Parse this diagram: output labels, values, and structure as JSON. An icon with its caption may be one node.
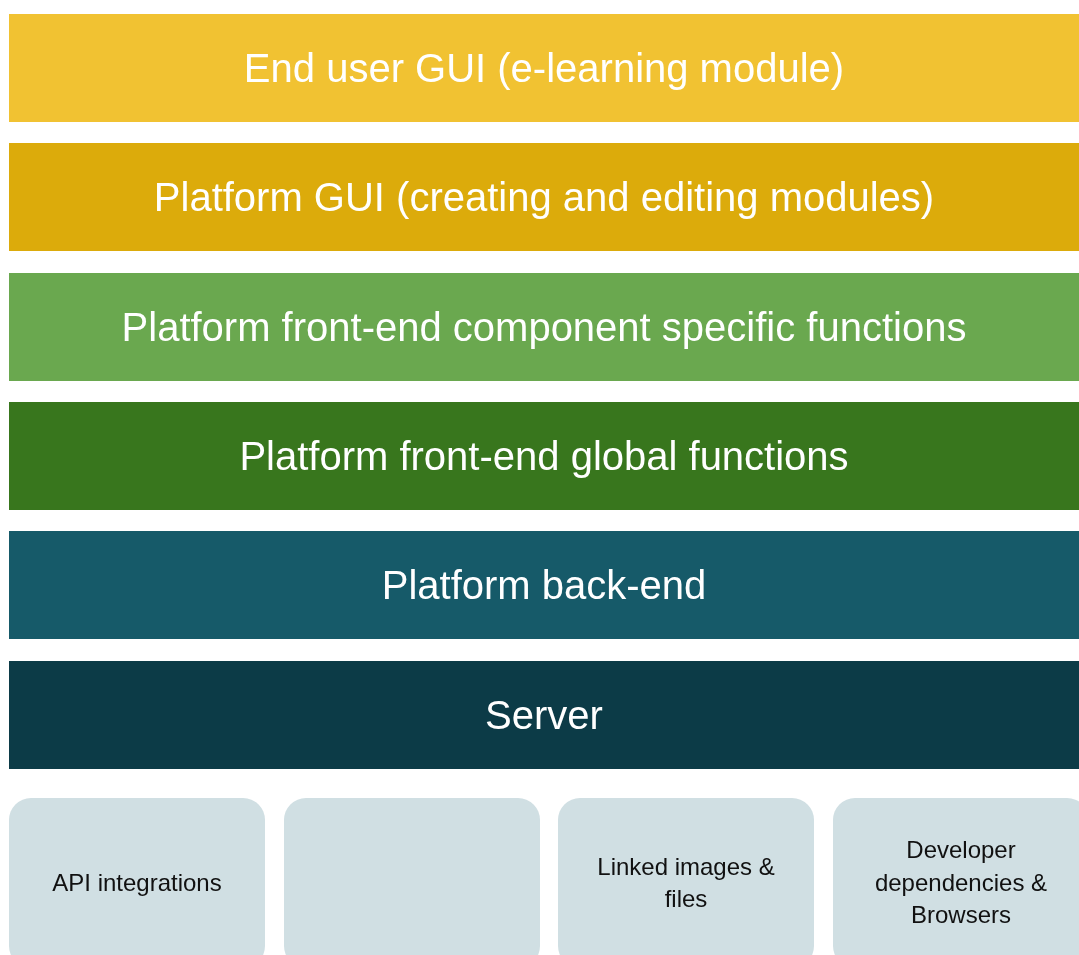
{
  "diagram": {
    "nodes": [
      {
        "text": [
          "End user GUI (e-learning module)"
        ]
      },
      {
        "text": [
          "Platform GUI (creating and editing modules)"
        ]
      },
      {
        "text": [
          "Platform front-end component specific functions"
        ]
      },
      {
        "text": [
          "Platform front-end global functions"
        ]
      },
      {
        "text": [
          "Platform back-end"
        ]
      },
      {
        "text": [
          "Server"
        ]
      },
      {
        "text": [
          "API integrations"
        ]
      },
      {
        "text": [],
        "shape": "box"
      },
      {
        "text": [
          "Linked images & files"
        ]
      },
      {
        "text": [
          "Developer dependencies & Browsers"
        ]
      }
    ]
  }
}
